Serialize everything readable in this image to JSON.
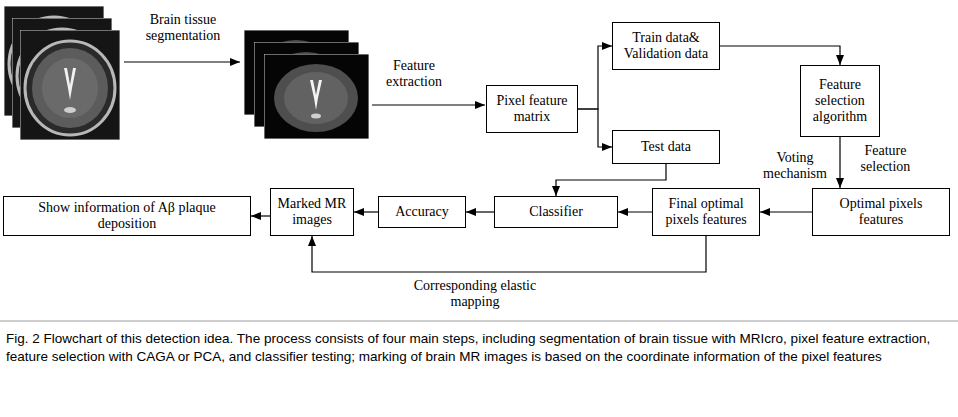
{
  "diagram": {
    "caption": "Fig. 2 Flowchart of this detection idea. The process consists of four main steps, including segmentation of brain tissue with MRIcro, pixel feature extraction, feature selection with CAGA or PCA, and classifier testing; marking of brain MR images is based on the coordinate information of the pixel features",
    "nodes": [
      {
        "text": [
          "Pixel feature matrix"
        ]
      },
      {
        "text": [
          "Train data& Validation data"
        ]
      },
      {
        "text": [
          "Test data"
        ]
      },
      {
        "text": [
          "Feature selection algorithm"
        ]
      },
      {
        "text": [
          "Optimal pixels features"
        ]
      },
      {
        "text": [
          "Final optimal pixels features"
        ]
      },
      {
        "text": [
          "Classifier"
        ]
      },
      {
        "text": [
          "Accuracy"
        ]
      },
      {
        "text": [
          "Marked MR images"
        ]
      },
      {
        "text": [
          "Show information of Aβ plaque deposition"
        ]
      }
    ],
    "edges": [
      {
        "from": 0,
        "to": 1,
        "arrow": "to"
      },
      {
        "from": 0,
        "to": 2,
        "arrow": "to"
      },
      {
        "from": 1,
        "to": 3,
        "arrow": "to"
      },
      {
        "from": 3,
        "to": 4,
        "arrow": "to",
        "label": "Feature selection"
      },
      {
        "from": 4,
        "to": 5,
        "arrow": "to",
        "label": "Voting mechanism"
      },
      {
        "from": 2,
        "to": 6,
        "arrow": "to"
      },
      {
        "from": 5,
        "to": 6,
        "arrow": "to"
      },
      {
        "from": 6,
        "to": 7,
        "arrow": "to"
      },
      {
        "from": 7,
        "to": 8,
        "arrow": "to"
      },
      {
        "from": 8,
        "to": 9,
        "arrow": "to"
      },
      {
        "from": 5,
        "to": 8,
        "arrow": "to",
        "label": "Corresponding elastic mapping"
      }
    ],
    "labels": [
      "Brain tissue segmentation",
      "Feature extraction"
    ]
  }
}
